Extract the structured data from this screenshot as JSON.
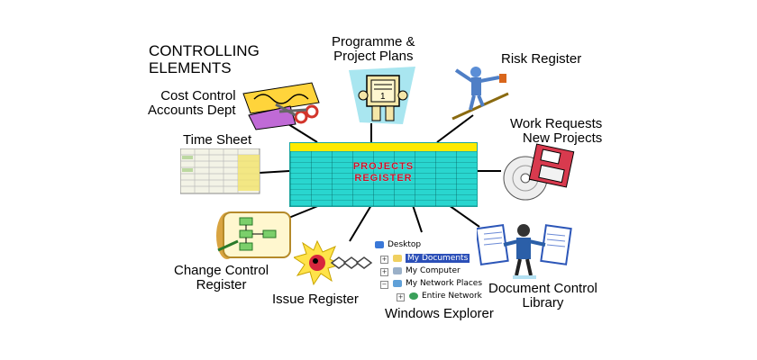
{
  "heading": {
    "line1": "CONTROLLING",
    "line2": "ELEMENTS"
  },
  "labels": {
    "programme": {
      "line1": "Programme &",
      "line2": "Project Plans"
    },
    "risk": "Risk Register",
    "cost": {
      "line1": "Cost Control",
      "line2": "Accounts Dept"
    },
    "work": {
      "line1": "Work Requests",
      "line2": "New Projects"
    },
    "timesheet": "Time Sheet",
    "change": {
      "line1": "Change Control",
      "line2": "Register"
    },
    "issue": "Issue Register",
    "explorer_label": "Windows Explorer",
    "document": {
      "line1": "Document Control",
      "line2": "Library"
    }
  },
  "center": {
    "line1": "PROJECTS",
    "line2": "REGISTER"
  },
  "explorer_tree": {
    "desktop": "Desktop",
    "my_documents": "My Documents",
    "my_computer": "My Computer",
    "network_places": "My Network Places",
    "entire_network": "Entire Network"
  },
  "colors": {
    "register_fill": "#29d6cf",
    "register_header": "#ffea00",
    "register_title": "#c8132a",
    "explorer_selection": "#2b4fb8"
  },
  "icons": [
    "programme-plan-clipart-icon",
    "risk-tightrope-walker-icon",
    "cost-control-scissors-icon",
    "work-request-disk-icon",
    "timesheet-spreadsheet-icon",
    "change-control-flowchart-icon",
    "issue-register-bug-icon",
    "document-library-icon"
  ]
}
